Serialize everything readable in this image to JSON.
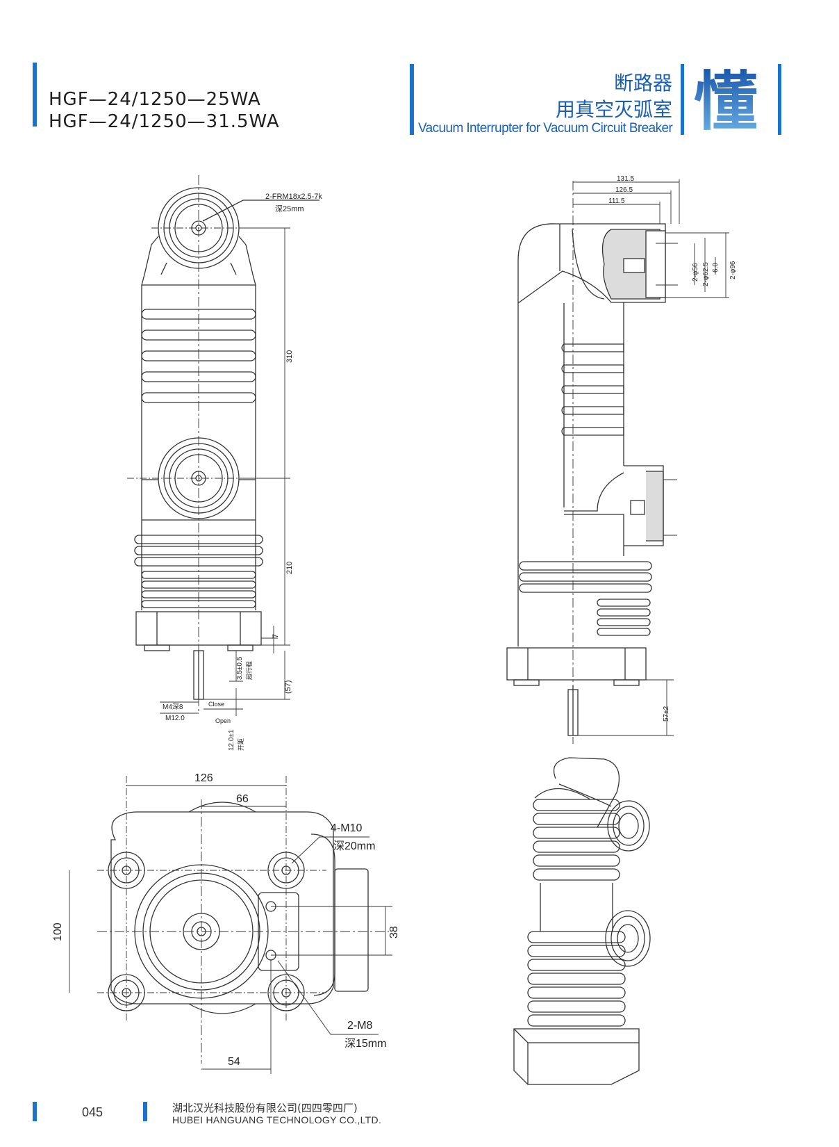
{
  "header": {
    "model_line_1": "HGF—24/1250—25WA",
    "model_line_2": "HGF—24/1250—31.5WA",
    "title_cn_1": "断路器",
    "title_cn_2": "用真空灭弧室",
    "title_en": "Vacuum Interrupter for Vacuum Circuit Breaker",
    "logo_char": "懂",
    "accent_color": "#1a73c9"
  },
  "front_view": {
    "thread_note": "2-FRM18x2.5-7k",
    "depth_note": "深25mm",
    "dim_310": "310",
    "dim_210": "210",
    "dim_7": "7",
    "dim_stroke": "3.5±0.5",
    "stroke_cn": "超行程",
    "dim_57": "(57)",
    "m4": "M4深8",
    "m12": "M12.0",
    "close": "Close",
    "open": "Open",
    "dim_open": "12.0±1",
    "open_cn": "开距"
  },
  "side_view": {
    "dim_131_5": "131.5",
    "dim_126_5": "126.5",
    "dim_111_5": "111.5",
    "phi56": "2-φ56",
    "phi62_5": "2-φ62.5",
    "dim_6": "6.0",
    "phi96": "2-φ96",
    "dim_57_2": "57±2"
  },
  "bottom_view": {
    "dim_126": "126",
    "dim_66": "66",
    "m10": "4-M10",
    "m10_depth": "深20mm",
    "dim_100": "100",
    "dim_38": "38",
    "m8": "2-M8",
    "m8_depth": "深15mm",
    "dim_54": "54"
  },
  "footer": {
    "page_number": "045",
    "company_cn": "湖北汉光科技股份有限公司(四四零四厂)",
    "company_en": "HUBEI HANGUANG TECHNOLOGY CO.,LTD."
  }
}
